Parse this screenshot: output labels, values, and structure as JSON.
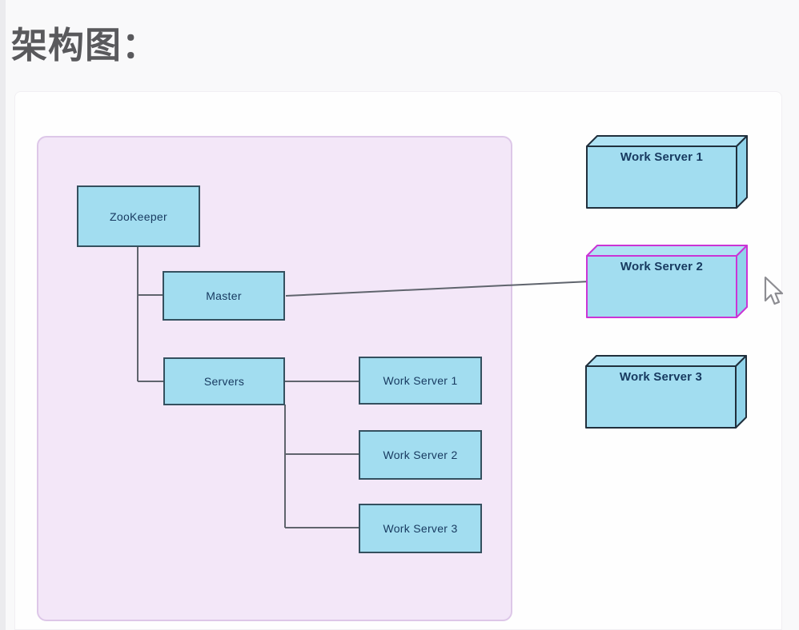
{
  "title": "架构图：",
  "theme": {
    "title-color": "#59595c",
    "container-fill": "#f3e7f8",
    "container-border": "#ddc7e8",
    "box-fill": "#a2ddf0",
    "box-fill-top": "#b0e3f4",
    "box-fill-side": "#90d3ea",
    "box-border": "#34505f",
    "node-border-dark": "#202f3c",
    "node-border-highlight": "#cb34d5",
    "label-color": "#17395f",
    "connector-color": "#5f646d"
  },
  "tree": {
    "zookeeper": {
      "label": "ZooKeeper"
    },
    "master": {
      "label": "Master"
    },
    "servers": {
      "label": "Servers"
    },
    "worker1": {
      "label": "Work Server 1"
    },
    "worker2": {
      "label": "Work Server 2"
    },
    "worker3": {
      "label": "Work Server 3"
    }
  },
  "deployment": {
    "node1": {
      "label": "Work Server 1",
      "highlighted": false
    },
    "node2": {
      "label": "Work Server 2",
      "highlighted": true
    },
    "node3": {
      "label": "Work Server 3",
      "highlighted": false
    }
  },
  "edges": [
    {
      "from": "ZooKeeper",
      "to": "Master"
    },
    {
      "from": "ZooKeeper",
      "to": "Servers"
    },
    {
      "from": "Servers",
      "to": "Work Server 1"
    },
    {
      "from": "Servers",
      "to": "Work Server 2"
    },
    {
      "from": "Servers",
      "to": "Work Server 3"
    },
    {
      "from": "Master",
      "to": "Work Server 2 node"
    }
  ],
  "cursor": {
    "icon": "mouse-pointer-icon"
  }
}
